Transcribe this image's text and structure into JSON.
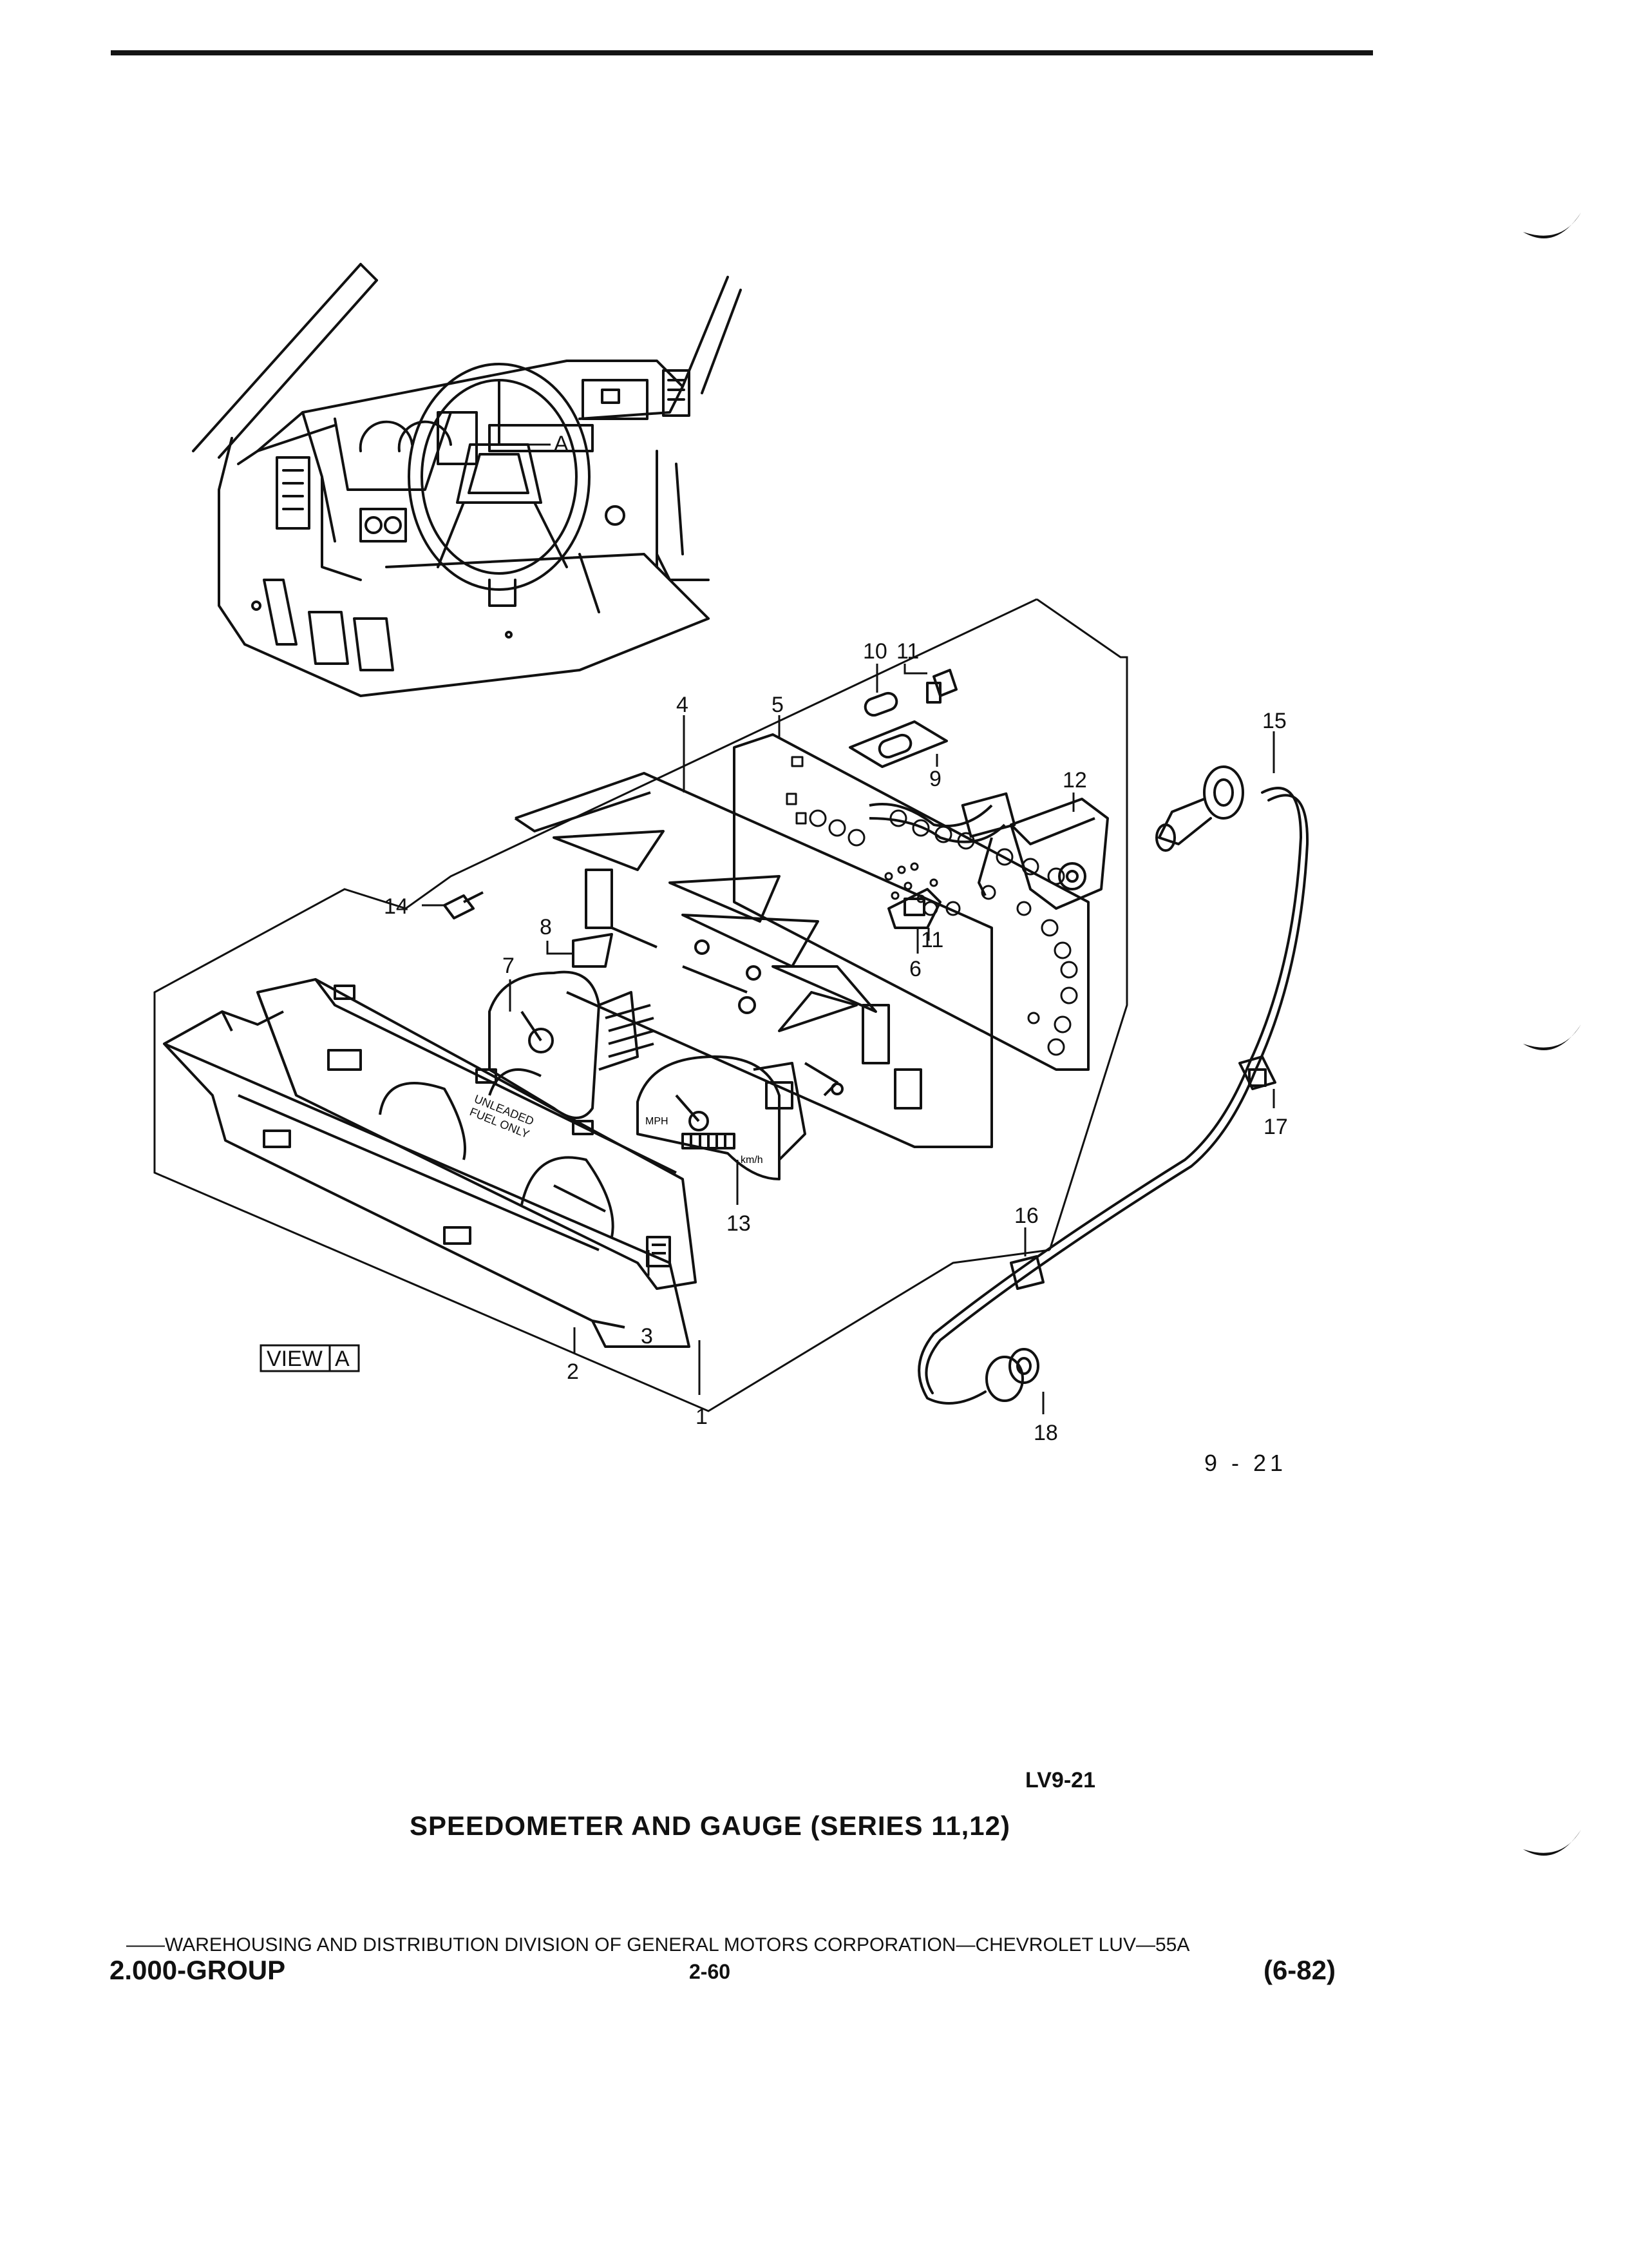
{
  "diagram": {
    "view_label": "VIEW",
    "view_ref": "A",
    "callout_a": "A",
    "callouts": {
      "n1": "1",
      "n2": "2",
      "n3": "3",
      "n4": "4",
      "n5": "5",
      "n6": "6",
      "n7": "7",
      "n8": "8",
      "n9": "9",
      "n10": "10",
      "n11": "11",
      "n11b": "11",
      "n12": "12",
      "n13": "13",
      "n14": "14",
      "n15": "15",
      "n16": "16",
      "n17": "17",
      "n18": "18"
    },
    "gauge_text": {
      "unleaded": "UNLEADED",
      "fuel_only": "FUEL ONLY",
      "mph": "MPH",
      "kmh": "km/h"
    }
  },
  "figure_id": "9 - 21",
  "lv_code": "LV9-21",
  "title": "SPEEDOMETER AND GAUGE (SERIES 11,12)",
  "footer": {
    "line": "——WAREHOUSING AND DISTRIBUTION  DIVISION OF GENERAL MOTORS CORPORATION—CHEVROLET LUV—55A",
    "group": "2.000-GROUP",
    "page": "2-60",
    "date": "(6-82)"
  }
}
